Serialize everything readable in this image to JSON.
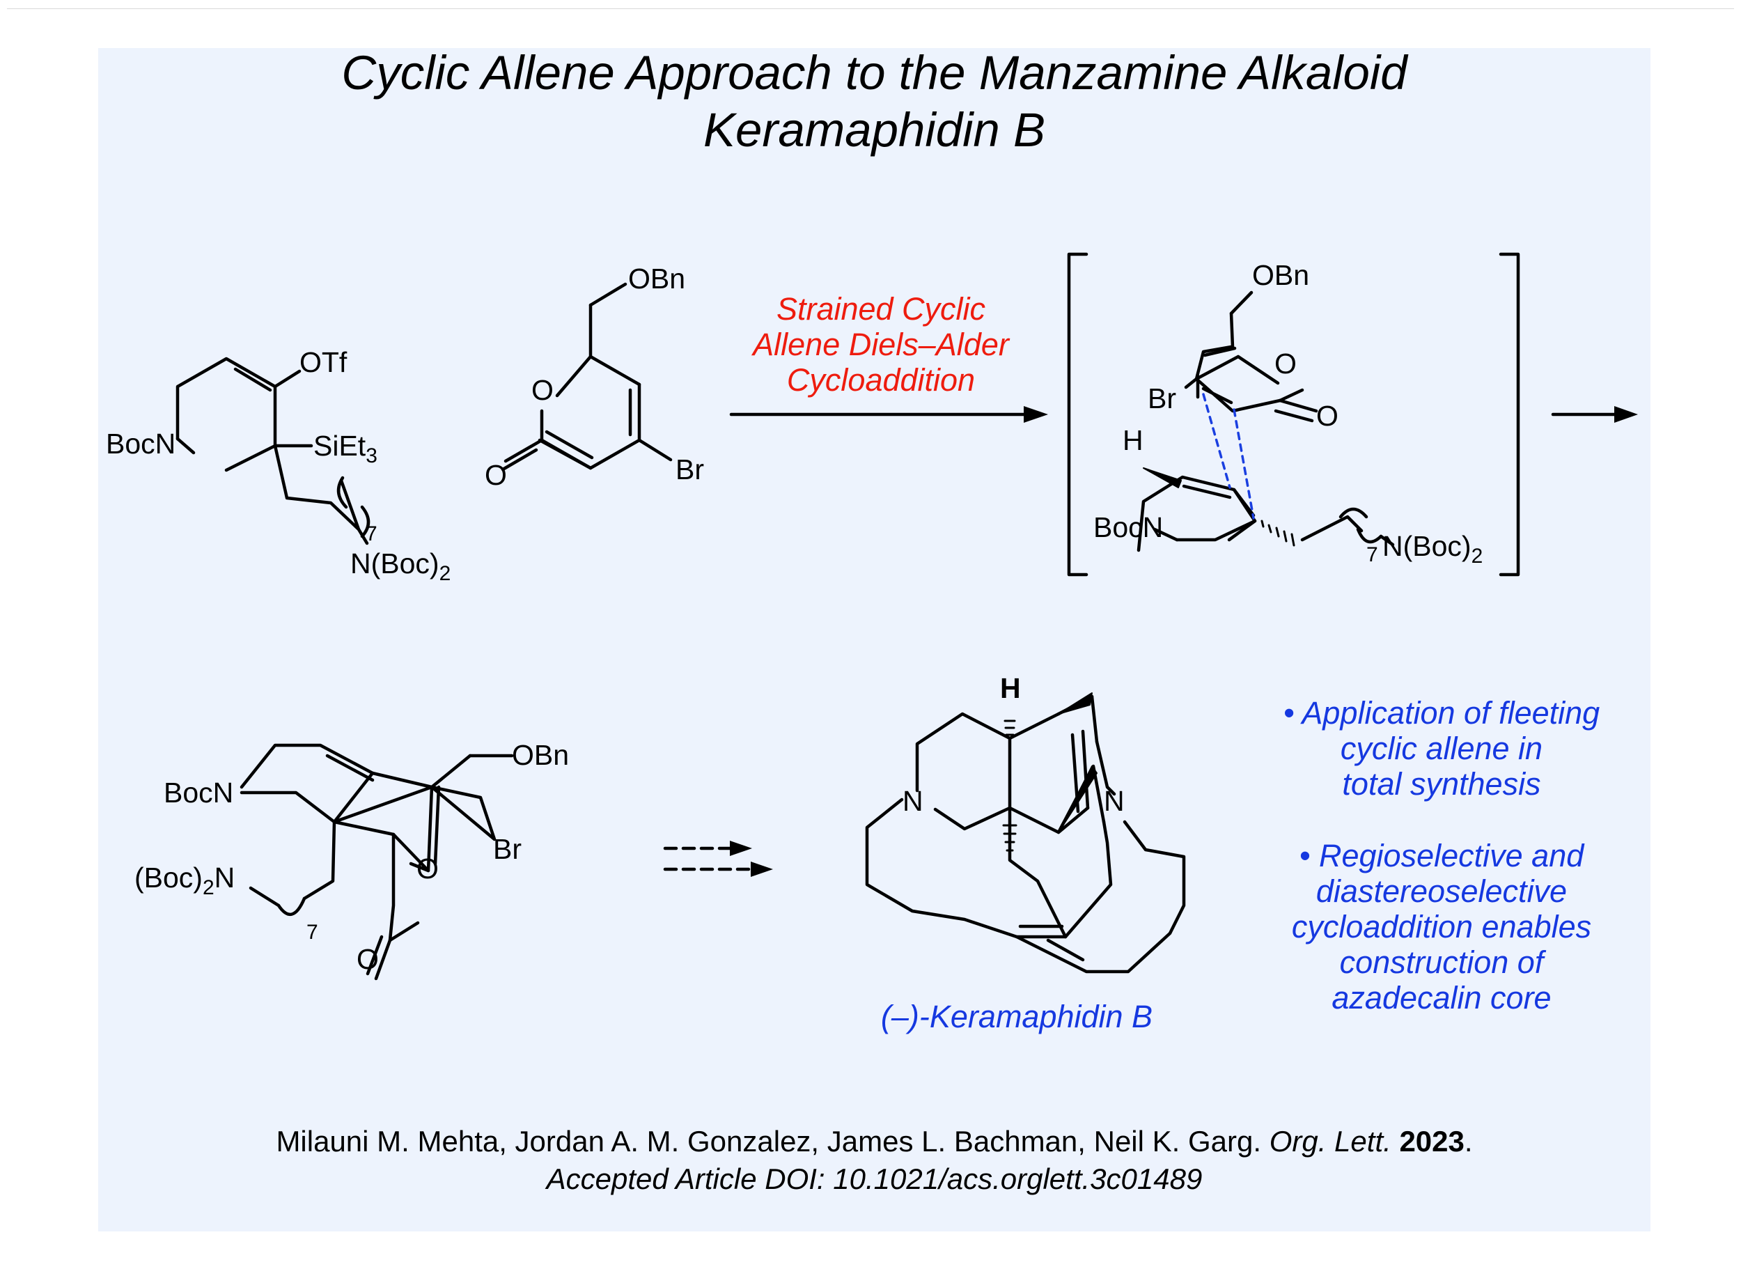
{
  "title": {
    "line1": "Cyclic Allene Approach to the Manzamine Alkaloid",
    "line2": "Keramaphidin B"
  },
  "reaction": {
    "line1": "Strained Cyclic",
    "line2": "Allene Diels–Alder",
    "line3": "Cycloaddition"
  },
  "labels": {
    "otf": "OTf",
    "bocn": "BocN",
    "sieti": "SiEt",
    "three": "3",
    "seven": "7",
    "nboc": "N(Boc)",
    "two": "2",
    "obn": "OBn",
    "o": "O",
    "br": "Br",
    "h": "H",
    "boc2n": "(Boc)",
    "boc2n_n": "N",
    "n": "N"
  },
  "product_name": "(–)-Keramaphidin B",
  "bullets": {
    "b1": [
      "• Application of fleeting",
      "cyclic allene in",
      "total synthesis"
    ],
    "b2": [
      "• Regioselective and",
      "diastereoselective",
      "cycloaddition enables",
      "construction of",
      "azadecalin core"
    ]
  },
  "citation": {
    "authors": "Milauni M. Mehta, Jordan A. M. Gonzalez, James L. Bachman, Neil K. Garg.",
    "journal": "Org. Lett.",
    "year": "2023",
    "period": ".",
    "doi": "Accepted Article DOI: 10.1021/acs.orglett.3c01489"
  },
  "colors": {
    "panel": "#edf3fd",
    "red": "#ee1c0e",
    "blue": "#1538e0",
    "dash": "#1a3fe0"
  }
}
